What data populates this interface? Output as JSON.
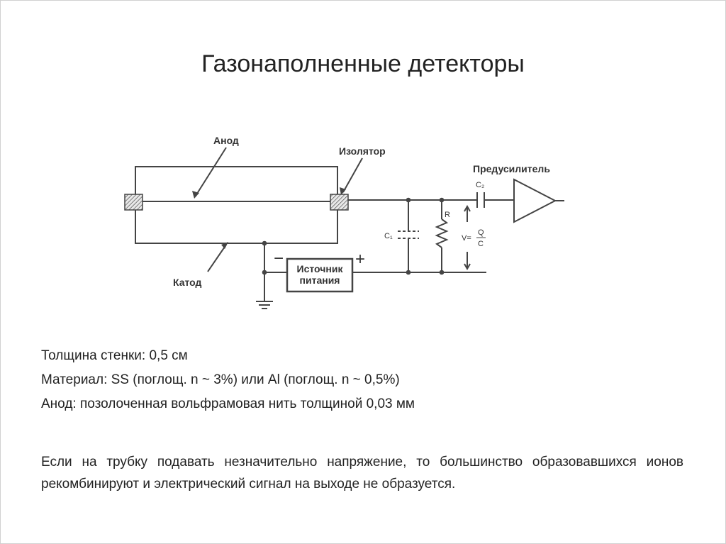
{
  "slide": {
    "title": "Газонаполненные детекторы"
  },
  "diagram": {
    "labels": {
      "anode": "Анод",
      "insulator": "Изолятор",
      "cathode": "Катод",
      "preamp": "Предусилитель",
      "power_source_line1": "Источник",
      "power_source_line2": "питания",
      "minus": "−",
      "plus": "+",
      "c1": "C₁",
      "c2": "C₂",
      "r": "R",
      "v_eq": "V=",
      "q": "Q",
      "c": "C"
    }
  },
  "facts": [
    "Толщина стенки: 0,5 см",
    "Материал: SS (поглощ. n ~ 3%) или Al (поглощ. n ~ 0,5%)",
    "Анод: позолоченная вольфрамовая нить толщиной 0,03 мм"
  ],
  "paragraph": "Если на трубку подавать незначительно напряжение, то большинство образовавшихся ионов рекомбинируют и электрический сигнал на выходе не образуется."
}
